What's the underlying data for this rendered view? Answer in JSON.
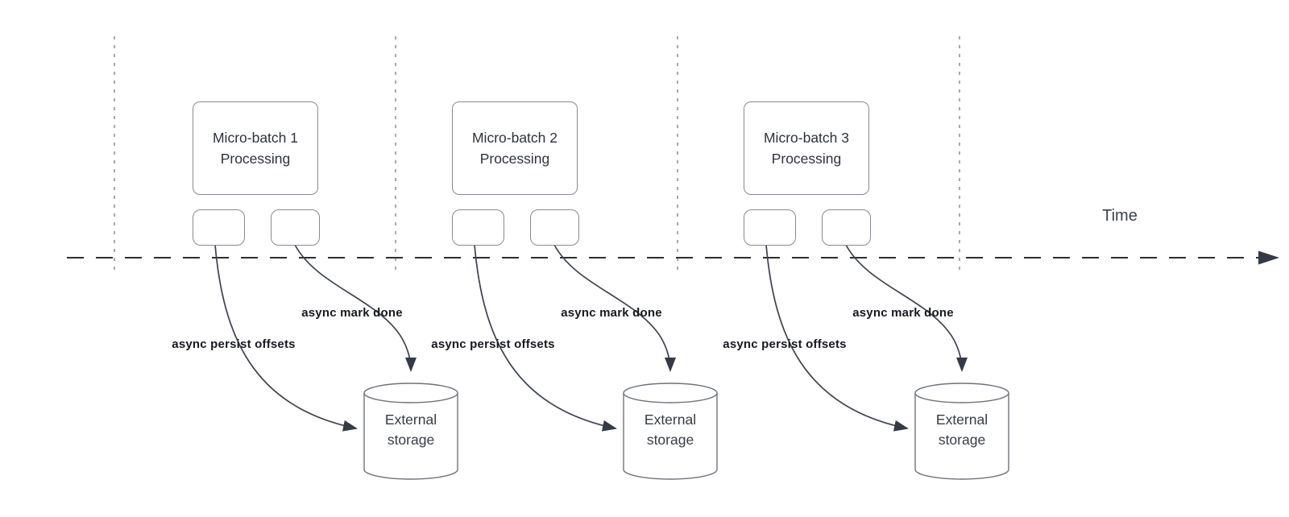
{
  "diagram": {
    "time_axis_label": "Time",
    "groups": [
      {
        "box_title": "Micro-batch 1\nProcessing",
        "persist_label": "async persist offsets",
        "mark_done_label": "async mark done",
        "storage_label": "External\nstorage"
      },
      {
        "box_title": "Micro-batch 2\nProcessing",
        "persist_label": "async persist offsets",
        "mark_done_label": "async mark done",
        "storage_label": "External\nstorage"
      },
      {
        "box_title": "Micro-batch 3\nProcessing",
        "persist_label": "async persist offsets",
        "mark_done_label": "async mark done",
        "storage_label": "External\nstorage"
      }
    ],
    "colors": {
      "curve_stroke": "#3d434e",
      "timeline_stroke": "#2c2f33",
      "guide_line_stroke": "#a5a9af",
      "shape_border": "#868b92",
      "cylinder_border": "#6f747b",
      "box_text": "#2d333c",
      "label_text": "#17191f",
      "arrowhead_fill": "#343b46"
    }
  }
}
